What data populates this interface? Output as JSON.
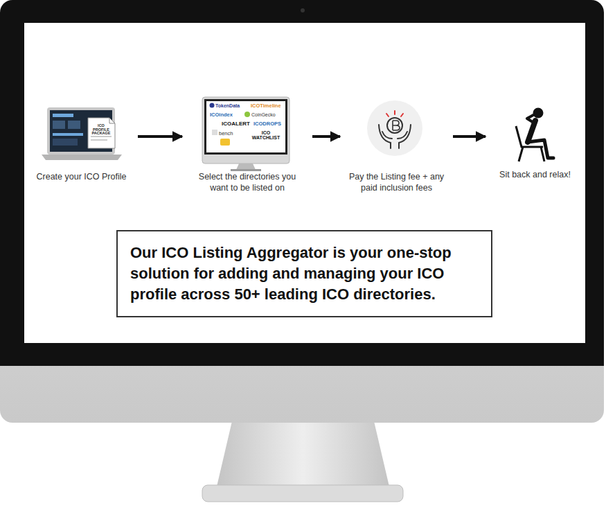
{
  "diagram": {
    "nodes": [
      {
        "text": [
          "Create your ICO Profile"
        ]
      },
      {
        "text": [
          "Select the directories you want to be listed on"
        ]
      },
      {
        "text": [
          "Pay the Listing fee + any paid inclusion fees"
        ]
      },
      {
        "text": [
          "Sit back and relax!"
        ]
      },
      {
        "text": [
          "Our ICO Listing Aggregator is your one-stop solution for adding and managing your ICO profile across 50+ leading ICO directories."
        ]
      }
    ],
    "edges": [
      {
        "from": 0,
        "to": 1,
        "arrow": "to"
      },
      {
        "from": 1,
        "to": 2,
        "arrow": "to"
      },
      {
        "from": 2,
        "to": 3,
        "arrow": "to"
      }
    ],
    "labels": [
      "ICO PROFILE PACKAGE",
      "TokenData",
      "ICOTimeline",
      "ICOindex",
      "CoinGecko",
      "ICOALERT",
      "ICODROPS",
      "bench",
      "ICO WATCHLIST"
    ]
  }
}
